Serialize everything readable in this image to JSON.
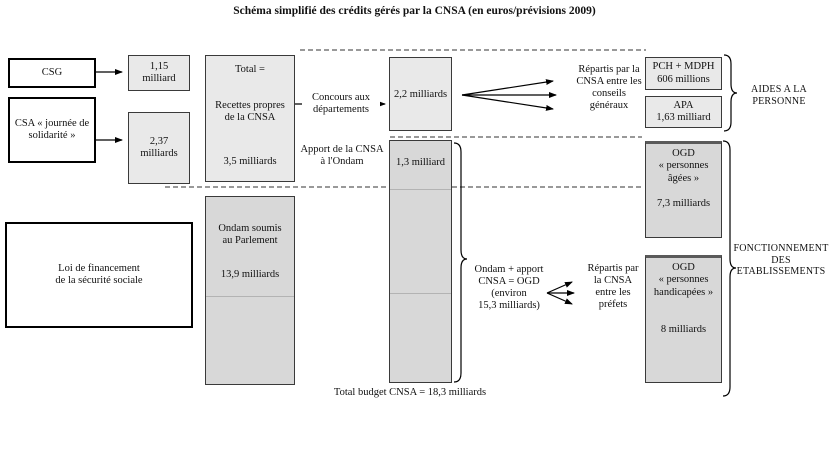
{
  "title": "Schéma simplifié des crédits gérés par la CNSA (en euros/prévisions 2009)",
  "sources": {
    "csg": "CSG",
    "csa": "CSA « journée de\nsolidarité »",
    "loi": "Loi de financement\nde la sécurité sociale"
  },
  "amounts": {
    "csg_amount": "1,15\nmilliard",
    "csa_amount": "2,37\nmilliards"
  },
  "recettes": {
    "total_label": "Total =",
    "name": "Recettes propres\nde la CNSA",
    "amount": "3,5 milliards"
  },
  "ondam": {
    "name": "Ondam soumis\nau Parlement",
    "amount": "13,9 milliards"
  },
  "flows": {
    "concours": "Concours aux\ndépartements",
    "apport": "Apport de la CNSA\nà l'Ondam",
    "b22": "2,2 milliards",
    "b13": "1,3 milliard",
    "repartis_conseils": "Répartis par la\nCNSA entre les\nconseils\ngénéraux",
    "ondam_apport": "Ondam + apport\nCNSA = OGD\n(environ\n15,3 milliards)",
    "repartis_prefets": "Répartis par\nla CNSA\nentre les\npréfets"
  },
  "right": {
    "pch": "PCH + MDPH\n606 millions",
    "apa": "APA\n1,63 milliard",
    "ogd_agees": "OGD\n« personnes\nâgées »",
    "ogd_agees_amount": "7,3 milliards",
    "ogd_handicapees": "OGD\n« personnes\nhandicapées »",
    "ogd_handicapees_amount": "8 milliards",
    "aides": "AIDES A LA\nPERSONNE",
    "fonctionnement": "FONCTIONNEMENT\nDES\nETABLISSEMENTS"
  },
  "footer": {
    "total_budget": "Total budget CNSA = 18,3 milliards"
  },
  "colors": {
    "box_light": "#e9e9e9",
    "box_medium": "#d8d8d8",
    "border": "#000000",
    "dashed_line": "#333333"
  }
}
